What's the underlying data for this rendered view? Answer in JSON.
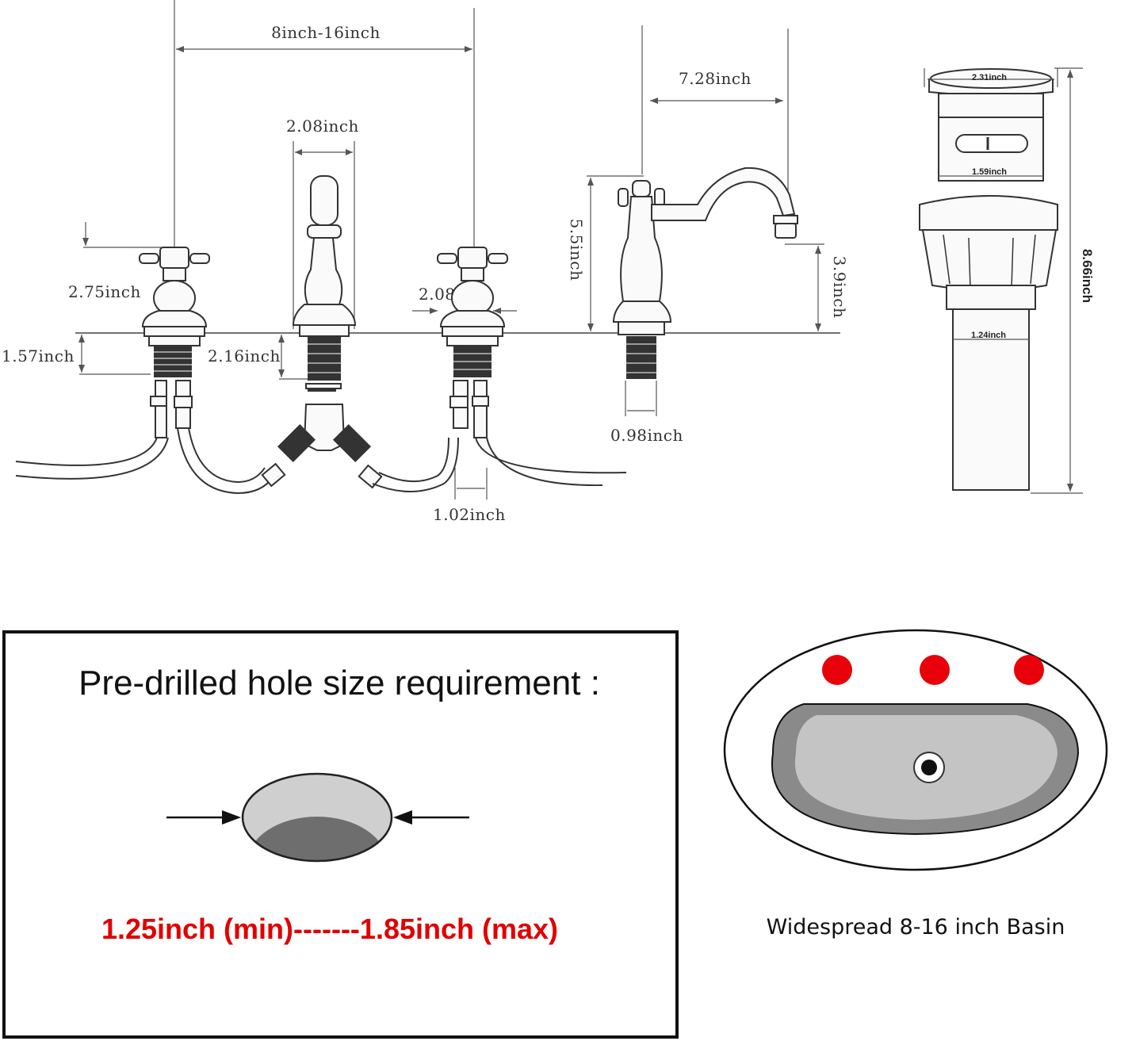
{
  "faucet_dimensions": {
    "spread": "8inch-16inch",
    "spout_width": "2.08inch",
    "handle_height": "2.75inch",
    "handle_base_width": "2.08inch",
    "shank_left": "1.57inch",
    "shank_center": "2.16inch",
    "spout_reach": "7.28inch",
    "spout_height": "5.5inch",
    "spout_clearance": "3.9inch",
    "spout_shank": "0.98inch",
    "hose_nut": "1.02inch"
  },
  "drain_dimensions": {
    "cap": "2.31inch",
    "body": "1.59inch",
    "tail": "1.24inch",
    "height": "8.66inch"
  },
  "hole_requirement": {
    "title": "Pre-drilled hole size requirement :",
    "range": "1.25inch (min)-------1.85inch (max)"
  },
  "basin": {
    "caption": "Widespread 8-16 inch Basin",
    "hole_color": "#e8000b"
  }
}
